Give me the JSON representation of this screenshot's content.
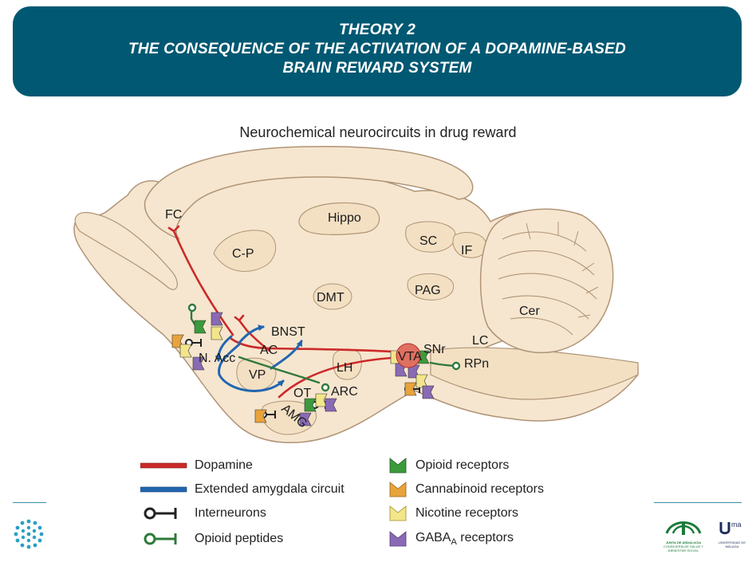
{
  "header": {
    "line1": "THEORY 2",
    "line2": "THE CONSEQUENCE OF THE ACTIVATION OF A DOPAMINE-BASED",
    "line3": "BRAIN REWARD SYSTEM"
  },
  "figure": {
    "title": "Neurochemical neurocircuits in drug reward",
    "regions": {
      "fc": "FC",
      "cp": "C-P",
      "hippo": "Hippo",
      "sc": "SC",
      "if": "IF",
      "dmt": "DMT",
      "pag": "PAG",
      "cer": "Cer",
      "bnst": "BNST",
      "ac": "AC",
      "nacc": "N. Acc",
      "vp": "VP",
      "lh": "LH",
      "ot": "OT",
      "arc": "ARC",
      "amg": "AMG",
      "vta": "VTA",
      "snr": "SNr",
      "lc": "LC",
      "rpn": "RPn"
    },
    "colors": {
      "dopamine": "#cc2a2a",
      "amygdala": "#2166b0",
      "brain_fill": "#f6e6cf",
      "brain_stroke": "#b09477",
      "opioid_receptor": "#3c9a3c",
      "cannabinoid_receptor": "#e8a33b",
      "nicotine_receptor": "#f3e58a",
      "gaba_receptor": "#8a6ab5",
      "interneuron": "#222222",
      "opioid_peptide": "#2f7a3b"
    }
  },
  "legend": {
    "left": [
      {
        "label": "Dopamine",
        "icon": "red-line-icon"
      },
      {
        "label": "Extended amygdala circuit",
        "icon": "blue-line-icon"
      },
      {
        "label": "Interneurons",
        "icon": "interneuron-icon"
      },
      {
        "label": "Opioid peptides",
        "icon": "opioid-peptide-icon"
      }
    ],
    "right": [
      {
        "label": "Opioid receptors",
        "icon": "opioid-receptor-icon"
      },
      {
        "label": "Cannabinoid receptors",
        "icon": "cannabinoid-receptor-icon"
      },
      {
        "label": "Nicotine receptors",
        "icon": "nicotine-receptor-icon"
      },
      {
        "label": "GABA",
        "sub": "A",
        "suffix": " receptors",
        "icon": "gaba-receptor-icon"
      }
    ]
  },
  "logos": {
    "junta": "JUNTA DE ANDALUCIA",
    "junta_sub": "CONSEJERÍA DE SALUD Y BIENESTAR SOCIAL",
    "uma_mark": "ma",
    "uma_text": "UNIVERSIDAD DE MÁLAGA"
  }
}
